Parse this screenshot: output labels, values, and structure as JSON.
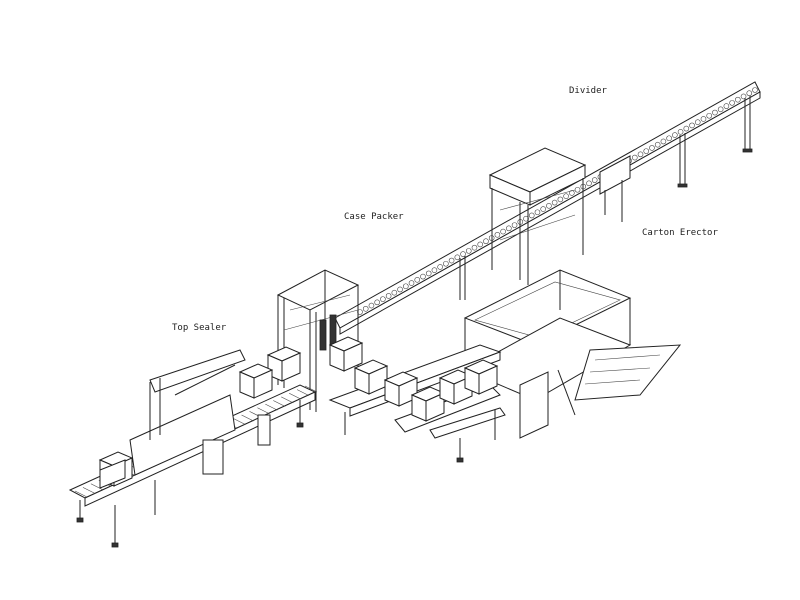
{
  "labels": {
    "divider": "Divider",
    "carton_erector": "Carton Erector",
    "case_packer": "Case Packer",
    "top_sealer": "Top Sealer"
  }
}
